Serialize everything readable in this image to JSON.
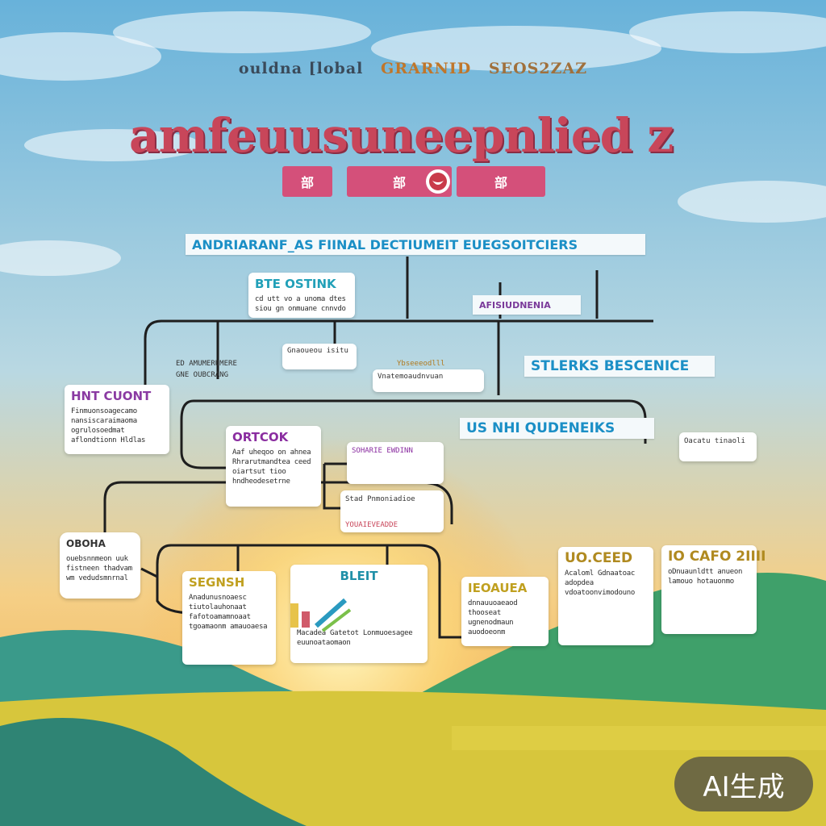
{
  "header": {
    "subtitle_left": "ouldna [lobal",
    "subtitle_mid": "GRARNID",
    "subtitle_right": "SEOS2ZAZ",
    "headline": "amfeuusuneepnlied z",
    "chips": [
      "部",
      "部",
      "部"
    ]
  },
  "banners": {
    "main": "ANDRIARANF_AS FIINAL DECTIUMEIT EUEGSOITCIERS",
    "right": "STLERKS BESCENICE",
    "mid": "US NHI QUDENEIKS",
    "small_pink": "AFISIUDNENIA"
  },
  "cards": [
    {
      "title": "BTE OSTINK",
      "text": "cd utt vo a unoma dtes siou gn onmuane cnnvdo",
      "color": "#21a0b8"
    },
    {
      "title": "HNT CUONT",
      "text": "Finmuonsoagecamo nansiscaraimaoma ogrulosoedmat aflondtionn Hldlas",
      "color": "#8a3aa2"
    },
    {
      "title": "ORTCOK",
      "text": "Aaf uheqoo on ahnea Rhrarutmandtea ceed oiartsut tioo hndheodesetrne",
      "color": "#8a2da0"
    },
    {
      "title": "OBOHA",
      "text": "ouebsnnmeon uuk fistneen thadvam wm vedudsmnrnal",
      "color": "#333333"
    },
    {
      "title": "SEGNSH",
      "text": "Anadunusnoaesc tiutolauhonaat fafotoamamnoaat tgoamaonm amauoaesa",
      "color": "#c0a020"
    },
    {
      "title": "BLEIT",
      "text": "Macadea Gatetot Lonmuoesagee euunoataomaon",
      "color": "#2090a8"
    },
    {
      "title": "IEOAUEA",
      "text": "dnnauuoaeaod thooseat ugnenodmaun auodoeonm",
      "color": "#c0a020"
    },
    {
      "title": "UO.CEED",
      "text": "Acaloml Gdnaatoac adopdea vdoatoonvimodouno",
      "color": "#b08a20"
    },
    {
      "title": "IO CAFO 2IIII",
      "text": "oDnuaunldtt anueon lamouo hotauonmo",
      "color": "#b08a20"
    }
  ],
  "labels": {
    "l1": "ED AMUMERUMERE",
    "l2": "GNE OUBCRANG",
    "l3": "Gnaoueou isitu",
    "l4": "Ybseeeodlll",
    "l5": "Vnatemoaudnvuan",
    "l6": "SOHARIE EWDINN",
    "l7": "Stad Pnmoniadioe",
    "l8": "YOUAIEVEADDE",
    "l9": "Oacatu tinaoli"
  },
  "badge": "AI生成",
  "colors": {
    "sky_top": "#6fb6db",
    "sky_bottom": "#f6c27a",
    "sun": "#fce28a",
    "hill_green": "#3fa47a",
    "field_yellow": "#d8c63a",
    "headline": "#c8465a",
    "banner_text": "#1b8fc6",
    "wire": "#1e1e1e"
  }
}
